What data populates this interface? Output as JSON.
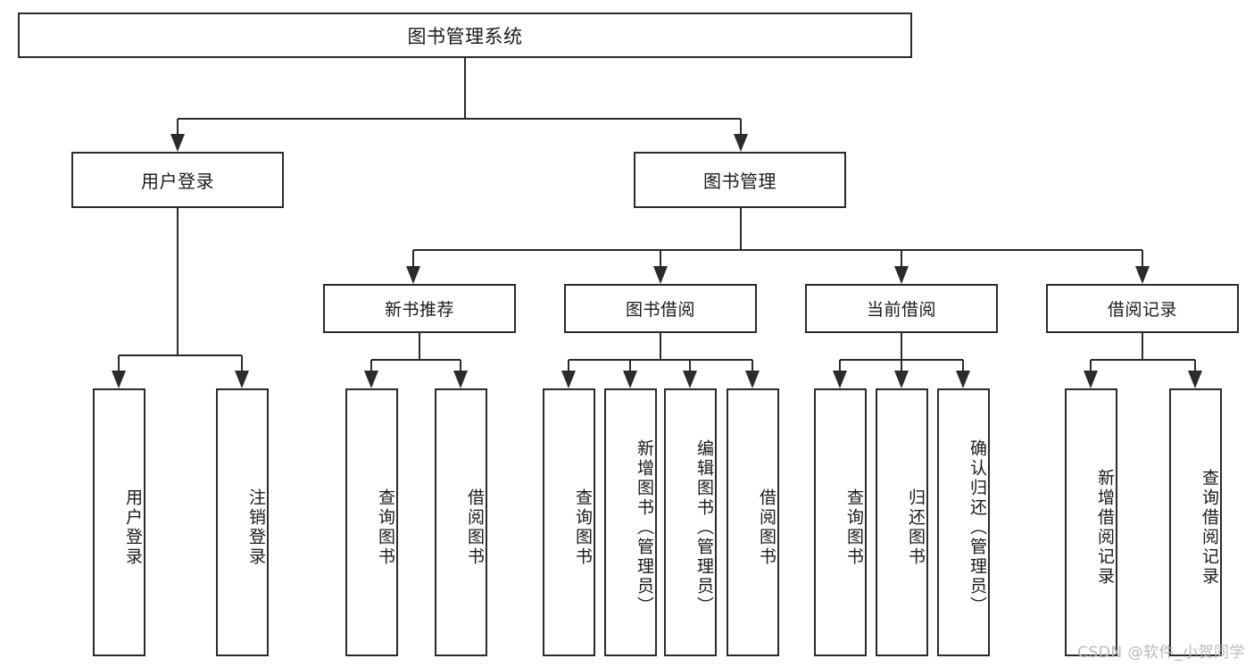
{
  "diagram": {
    "title": "图书管理系统",
    "type": "hierarchy-tree",
    "watermark": "CSDN @软件_小贺同学",
    "colors": {
      "stroke": "#2b2b2b",
      "fill": "#ffffff",
      "text": "#1a1a1a",
      "watermark": "#b9b9b9"
    }
  },
  "nodes": {
    "root": {
      "label": "图书管理系统"
    },
    "level_two": [
      {
        "id": "user-login",
        "label": "用户登录"
      },
      {
        "id": "book-manage",
        "label": "图书管理"
      }
    ],
    "level_three": [
      {
        "id": "new-book-recommend",
        "label": "新书推荐"
      },
      {
        "id": "book-borrow",
        "label": "图书借阅"
      },
      {
        "id": "current-borrow",
        "label": "当前借阅"
      },
      {
        "id": "borrow-record",
        "label": "借阅记录"
      }
    ],
    "leaves": [
      {
        "id": "leaf-user-login",
        "label": "用户登录",
        "parent": "user-login"
      },
      {
        "id": "leaf-user-logout",
        "label": "注销登录",
        "parent": "user-login"
      },
      {
        "id": "leaf-query-book-1",
        "label": "查询图书",
        "parent": "new-book-recommend"
      },
      {
        "id": "leaf-borrow-book-1",
        "label": "借阅图书",
        "parent": "new-book-recommend"
      },
      {
        "id": "leaf-query-book-2",
        "label": "查询图书",
        "parent": "book-borrow"
      },
      {
        "id": "leaf-add-book",
        "label": "新增图书（管理员）",
        "parent": "book-borrow"
      },
      {
        "id": "leaf-edit-book",
        "label": "编辑图书（管理员）",
        "parent": "book-borrow"
      },
      {
        "id": "leaf-borrow-book-2",
        "label": "借阅图书",
        "parent": "book-borrow"
      },
      {
        "id": "leaf-query-book-3",
        "label": "查询图书",
        "parent": "current-borrow"
      },
      {
        "id": "leaf-return-book",
        "label": "归还图书",
        "parent": "current-borrow"
      },
      {
        "id": "leaf-confirm-return",
        "label": "确认归还（管理员）",
        "parent": "current-borrow"
      },
      {
        "id": "leaf-add-record",
        "label": "新增借阅记录",
        "parent": "borrow-record"
      },
      {
        "id": "leaf-query-record",
        "label": "查询借阅记录",
        "parent": "borrow-record"
      }
    ]
  }
}
